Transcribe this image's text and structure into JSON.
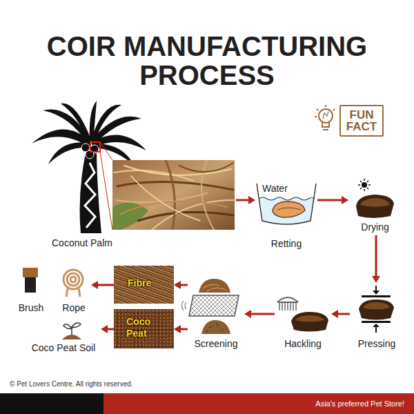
{
  "diagram": {
    "title": "COIR MANUFACTURING PROCESS",
    "nodes": [
      {
        "text": [
          "FUN FACT"
        ]
      },
      {
        "text": [
          "Coconut Palm"
        ]
      },
      {
        "text": [
          "Retting"
        ]
      },
      {
        "text": [
          "Drying"
        ]
      },
      {
        "text": [
          "Pressing"
        ]
      },
      {
        "text": [
          "Hackling"
        ]
      },
      {
        "text": [
          "Screening"
        ]
      },
      {
        "text": [
          "Fibre"
        ]
      },
      {
        "text": [
          "Coco Peat"
        ]
      },
      {
        "text": [
          "Brush"
        ]
      },
      {
        "text": [
          "Rope"
        ]
      },
      {
        "text": [
          "Coco Peat Soil"
        ]
      }
    ],
    "edges": [
      {
        "from": 1,
        "to": 2,
        "arrow": "to"
      },
      {
        "from": 2,
        "to": 3,
        "arrow": "to"
      },
      {
        "from": 3,
        "to": 4,
        "arrow": "to"
      },
      {
        "from": 4,
        "to": 5,
        "arrow": "to"
      },
      {
        "from": 5,
        "to": 6,
        "arrow": "to"
      },
      {
        "from": 6,
        "to": 7,
        "arrow": "to"
      },
      {
        "from": 6,
        "to": 8,
        "arrow": "to"
      },
      {
        "from": 7,
        "to": 10,
        "arrow": "to"
      },
      {
        "from": 8,
        "to": 11,
        "arrow": "to"
      }
    ],
    "labels": [
      "Water",
      "© Pet Lovers Centre. All rights reserved.",
      "Asia's preferred Pet Store!"
    ]
  }
}
